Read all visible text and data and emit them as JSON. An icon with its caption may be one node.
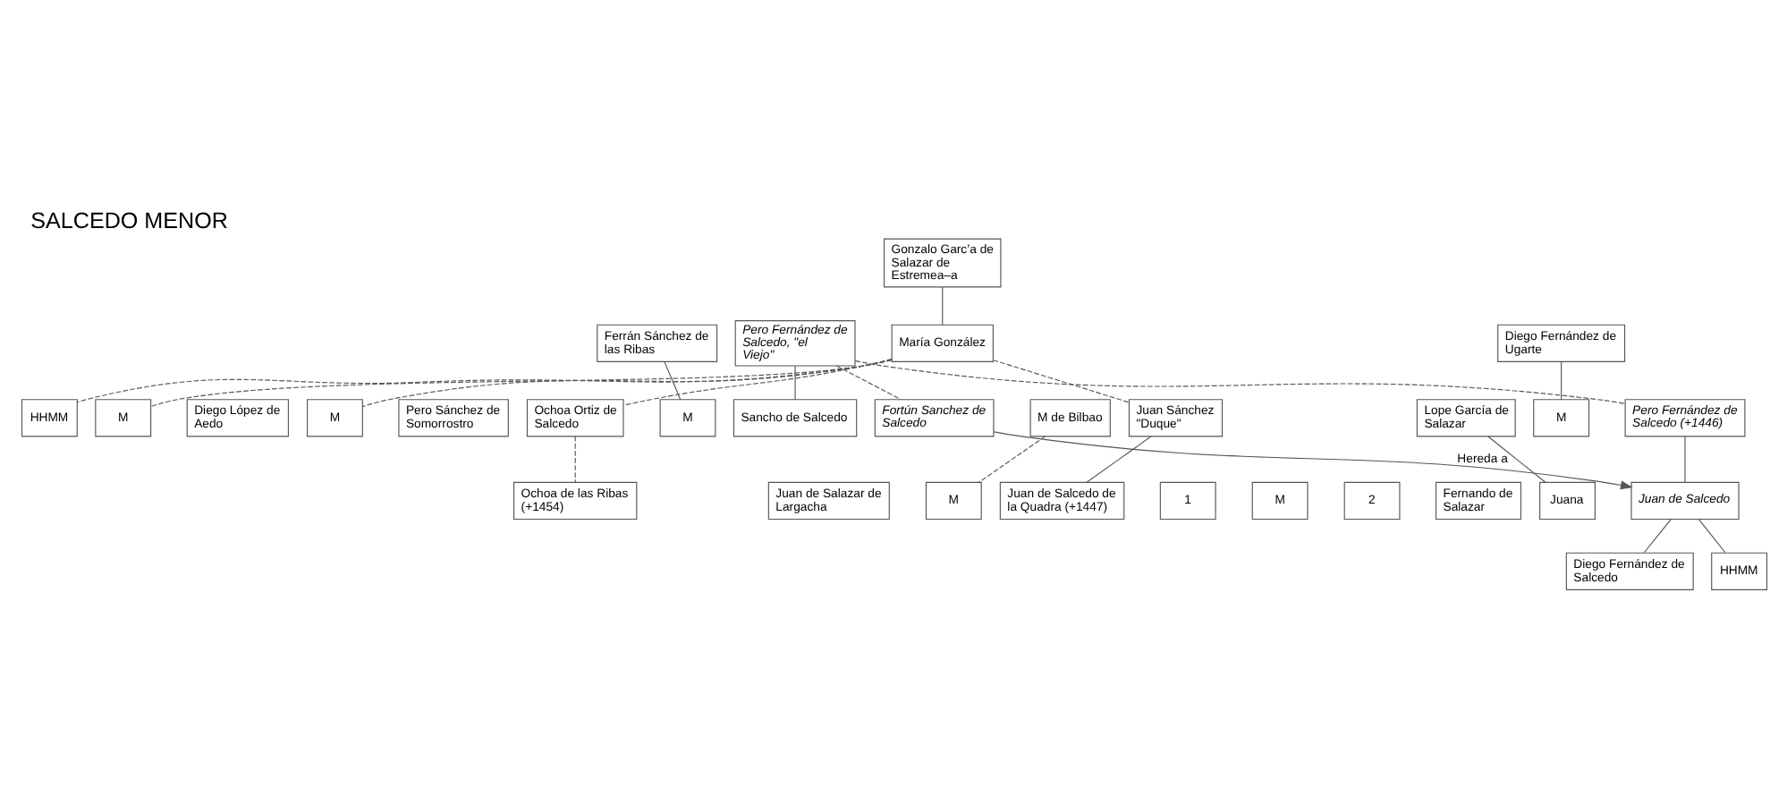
{
  "diagram": {
    "title": "SALCEDO MENOR",
    "nodes": [
      {
        "text": [
          "Gonzalo Garc’a de Salazar de Estremea–a"
        ]
      },
      {
        "text": [
          "Pero Fernández de Salcedo, \"el Viejo\""
        ]
      },
      {
        "text": [
          "María González"
        ]
      },
      {
        "text": [
          "Diego Fernández de Ugarte"
        ]
      },
      {
        "text": [
          "HHMM"
        ]
      },
      {
        "text": [
          "Lope García de Salazar"
        ]
      },
      {
        "text": [
          "M"
        ]
      },
      {
        "text": [
          "Pero Fernández de Salcedo (+1446)"
        ]
      },
      {
        "text": [
          "Fortún Sanchez de Salcedo"
        ]
      },
      {
        "text": [
          "M de Bilbao"
        ]
      },
      {
        "text": [
          "Sancho de Salcedo"
        ]
      },
      {
        "text": [
          "Ferrán Sánchez de las Ribas"
        ]
      },
      {
        "text": [
          "M"
        ]
      },
      {
        "text": [
          "Diego López de Aedo"
        ]
      },
      {
        "text": [
          "M"
        ]
      },
      {
        "text": [
          "Pero Sánchez de Somorrostro"
        ]
      },
      {
        "text": [
          "Ochoa Ortiz de Salcedo"
        ]
      },
      {
        "text": [
          "M"
        ]
      },
      {
        "text": [
          "Juan Sánchez \"Duque\""
        ]
      },
      {
        "text": [
          "Juana"
        ]
      },
      {
        "text": [
          "Juan de Salcedo"
        ]
      },
      {
        "text": [
          "Juan de Salazar de Largacha"
        ]
      },
      {
        "text": [
          "M"
        ]
      },
      {
        "text": [
          "Ochoa de las Ribas (+1454)"
        ]
      },
      {
        "text": [
          "Juan de Salcedo de la Quadra (+1447)"
        ]
      },
      {
        "text": [
          "1"
        ]
      },
      {
        "text": [
          "M"
        ]
      },
      {
        "text": [
          "2"
        ]
      },
      {
        "text": [
          "Fernando de Salazar"
        ]
      },
      {
        "text": [
          "Diego Fernández de Salcedo"
        ]
      },
      {
        "text": [
          "HHMM"
        ]
      }
    ],
    "edges": [
      {
        "from": 0,
        "to": 2,
        "arrow": "none"
      },
      {
        "from": 1,
        "to": 7,
        "arrow": "none",
        "style": "dashed"
      },
      {
        "from": 1,
        "to": 8,
        "arrow": "none",
        "style": "dashed"
      },
      {
        "from": 1,
        "to": 10,
        "arrow": "none"
      },
      {
        "from": 2,
        "to": 16,
        "arrow": "none",
        "style": "dashed"
      },
      {
        "from": 2,
        "to": 18,
        "arrow": "none",
        "style": "dashed"
      },
      {
        "from": 2,
        "to": 12,
        "arrow": "none",
        "style": "dashed"
      },
      {
        "from": 2,
        "to": 14,
        "arrow": "none",
        "style": "dashed"
      },
      {
        "from": 2,
        "to": 4,
        "arrow": "none",
        "style": "dashed"
      },
      {
        "from": 3,
        "to": 6,
        "arrow": "none"
      },
      {
        "from": 5,
        "to": 19,
        "arrow": "none"
      },
      {
        "from": 7,
        "to": 20,
        "arrow": "none"
      },
      {
        "from": 8,
        "to": 20,
        "arrow": "to",
        "label": "Hereda a"
      },
      {
        "from": 9,
        "to": 22,
        "arrow": "none",
        "style": "dashed"
      },
      {
        "from": 11,
        "to": 17,
        "arrow": "none"
      },
      {
        "from": 16,
        "to": 23,
        "arrow": "none",
        "style": "dashed"
      },
      {
        "from": 18,
        "to": 24,
        "arrow": "none"
      },
      {
        "from": 20,
        "to": 29,
        "arrow": "none"
      },
      {
        "from": 20,
        "to": 30,
        "arrow": "none"
      }
    ]
  }
}
